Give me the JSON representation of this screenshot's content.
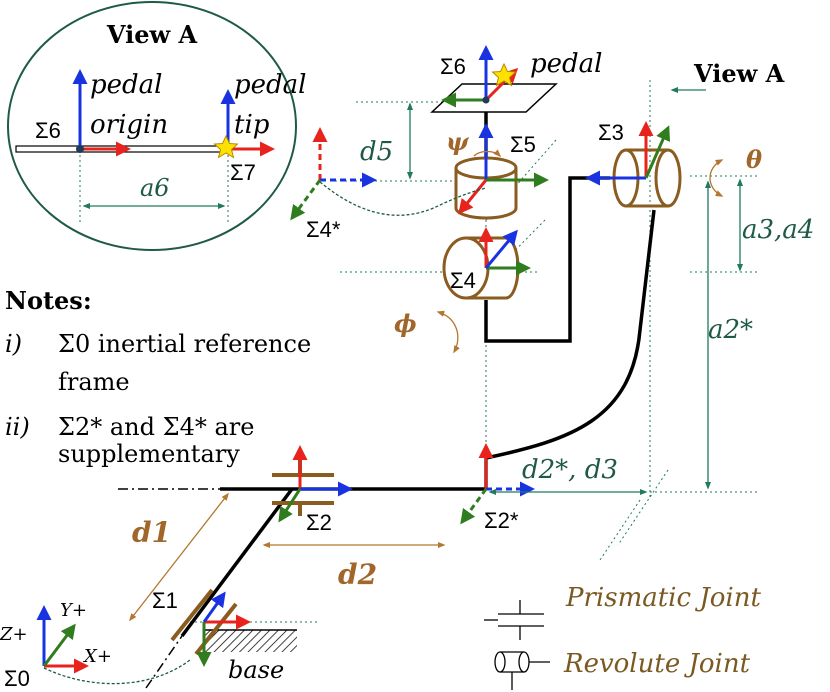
{
  "view_a": {
    "title": "View A",
    "pedal_origin_1": "pedal",
    "pedal_origin_2": "origin",
    "pedal_tip_1": "pedal",
    "pedal_tip_2": "tip",
    "frame_6": "Σ6",
    "frame_7": "Σ7",
    "dim_a6": "a6"
  },
  "callout": {
    "view_a": "View A"
  },
  "notes": {
    "heading": "Notes:",
    "i_label": "i)",
    "i_line1": "Σ0  inertial reference",
    "i_line2": "frame",
    "ii_label": "ii)",
    "ii_line1": "Σ2* and Σ4* are",
    "ii_line2": "supplementary"
  },
  "frames": {
    "s0": "Σ0",
    "s1": "Σ1",
    "s2": "Σ2",
    "s2star": "Σ2*",
    "s3": "Σ3",
    "s4": "Σ4",
    "s4star": "Σ4*",
    "s5": "Σ5",
    "s6": "Σ6"
  },
  "labels": {
    "pedal": "pedal",
    "base": "base",
    "xplus": "X+",
    "yplus": "Y+",
    "zplus": "Z+"
  },
  "dimensions": {
    "d1": "d1",
    "d2": "d2",
    "d5": "d5",
    "a3a4": "a3,a4",
    "a2star": "a2*",
    "d2star_d3": "d2*, d3",
    "theta": "θ",
    "psi": "ψ",
    "phi": "ϕ"
  },
  "legend": {
    "prismatic": "Prismatic Joint",
    "revolute": "Revolute Joint"
  },
  "colors": {
    "x_axis": "#e8231e",
    "y_axis": "#2f7d1f",
    "z_axis": "#1a33e0",
    "joint": "#7a5a22",
    "dimension": "#1f5a48",
    "angle": "#a0662a"
  }
}
